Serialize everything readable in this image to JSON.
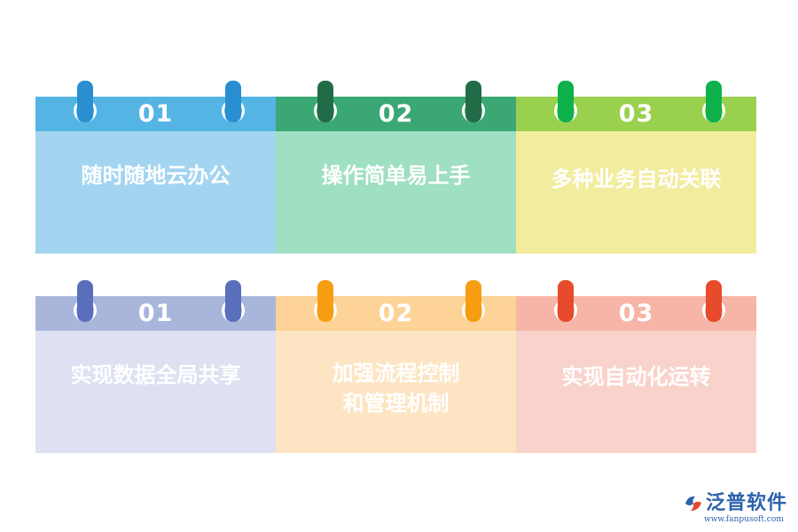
{
  "cards": [
    {
      "number": "01",
      "text": "随时随地云办公",
      "head_color": "#54b5e5",
      "body_color": "#a3d5f0",
      "pin_color": "#2a8fd0"
    },
    {
      "number": "02",
      "text": "操作简单易上手",
      "head_color": "#3aa774",
      "body_color": "#9fdfc2",
      "pin_color": "#226b47"
    },
    {
      "number": "03",
      "text": "多种业务自动关联",
      "head_color": "#99d04e",
      "body_color": "#f2ec9e",
      "pin_color": "#0fb14b"
    },
    {
      "number": "01",
      "text": "实现数据全局共享",
      "head_color": "#a9b6dc",
      "body_color": "#dde1f1",
      "pin_color": "#5a6fbb"
    },
    {
      "number": "02",
      "text": "加强流程控制\n和管理机制",
      "head_color": "#fdd397",
      "body_color": "#fde5c3",
      "pin_color": "#f79d12"
    },
    {
      "number": "03",
      "text": "实现自动化运转",
      "head_color": "#f6b5a7",
      "body_color": "#f9d3cb",
      "pin_color": "#e84b2b"
    }
  ],
  "logo": {
    "name": "泛普软件",
    "url": "www.fanpusoft.com",
    "color": "#2d62ad"
  }
}
